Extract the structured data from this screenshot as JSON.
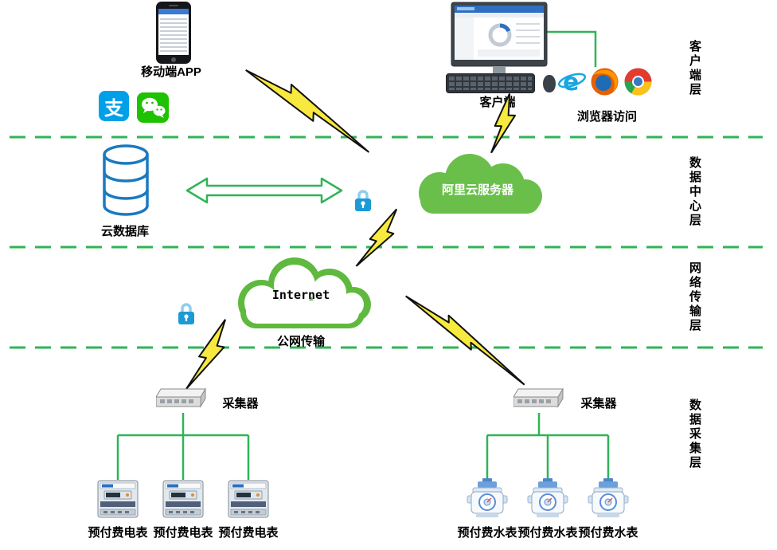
{
  "layers": [
    "客户端层",
    "数据中心层",
    "网络传输层",
    "数据采集层"
  ],
  "client_layer": {
    "mobile_app_label": "移动端APP",
    "client_label": "客户端",
    "browser_label": "浏览器访问",
    "alipay_glyph": "支"
  },
  "datacenter_layer": {
    "cloud_db_label": "云数据库",
    "aliyun_label": "阿里云服务器"
  },
  "network_layer": {
    "internet_label": "Internet",
    "public_net_label": "公网传输"
  },
  "acquisition_layer": {
    "collector_left_label": "采集器",
    "collector_right_label": "采集器",
    "electric_meter_labels": [
      "预付费电表",
      "预付费电表",
      "预付费电表"
    ],
    "water_meter_labels": [
      "预付费水表",
      "预付费水表",
      "预付费水表"
    ]
  },
  "colors": {
    "line_green": "#2fb457",
    "cloud_green": "#6abf4b",
    "bolt_yellow": "#f7e93d",
    "lock_blue": "#1b9ad6",
    "database_blue": "#1a7ac0",
    "alipay_blue": "#00a0e9",
    "wechat_green": "#1ec200"
  }
}
